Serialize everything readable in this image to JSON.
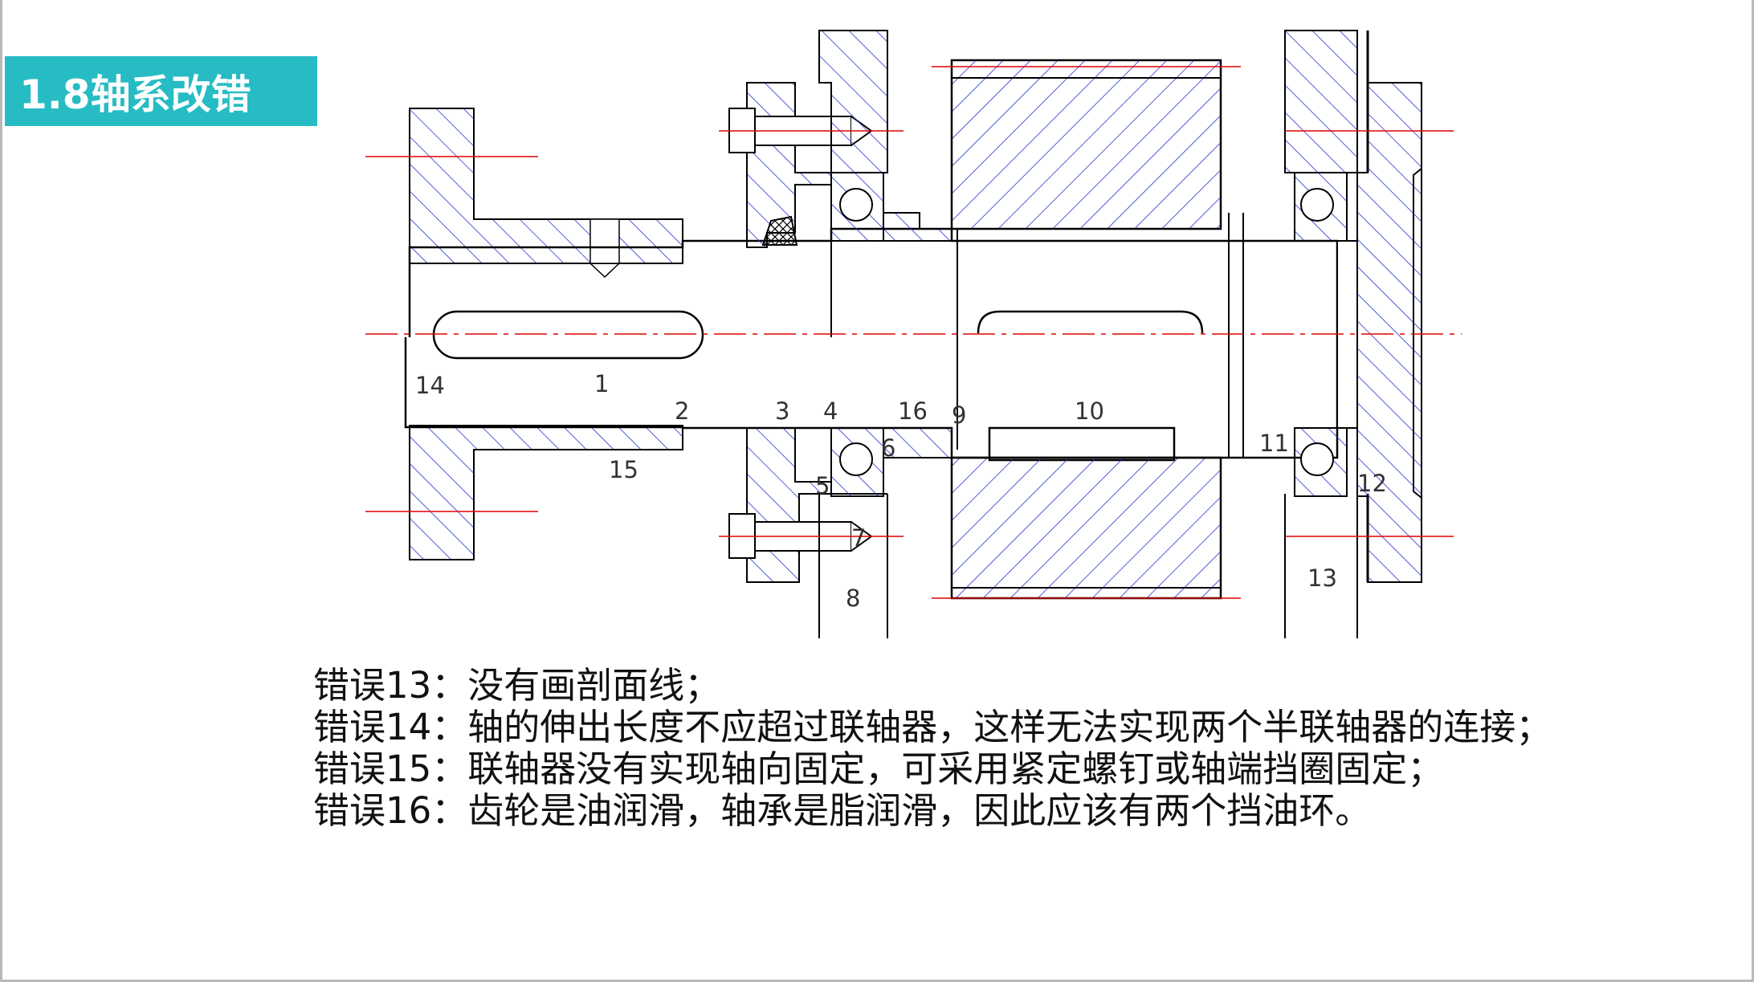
{
  "slide": {
    "title": "1.8轴系改错",
    "accent_color": "#27BCC4"
  },
  "diagram": {
    "outline_color": "#000000",
    "hatch_color": "#2233cc",
    "centerline_color": "#e00000",
    "part_labels": [
      {
        "id": "p1",
        "text": "1"
      },
      {
        "id": "p2",
        "text": "2"
      },
      {
        "id": "p3",
        "text": "3"
      },
      {
        "id": "p4",
        "text": "4"
      },
      {
        "id": "p5",
        "text": "5"
      },
      {
        "id": "p6",
        "text": "6"
      },
      {
        "id": "p7",
        "text": "7"
      },
      {
        "id": "p8",
        "text": "8"
      },
      {
        "id": "p9",
        "text": "9"
      },
      {
        "id": "p10",
        "text": "10"
      },
      {
        "id": "p11",
        "text": "11"
      },
      {
        "id": "p12",
        "text": "12"
      },
      {
        "id": "p13",
        "text": "13"
      },
      {
        "id": "p14",
        "text": "14"
      },
      {
        "id": "p15",
        "text": "15"
      },
      {
        "id": "p16",
        "text": "16"
      }
    ]
  },
  "notes": [
    {
      "text": "错误13：没有画剖面线；"
    },
    {
      "text": "错误14：轴的伸出长度不应超过联轴器，这样无法实现两个半联轴器的连接；"
    },
    {
      "text": "错误15：联轴器没有实现轴向固定，可采用紧定螺钉或轴端挡圈固定；"
    },
    {
      "text": "错误16：齿轮是油润滑，轴承是脂润滑，因此应该有两个挡油环。"
    }
  ]
}
